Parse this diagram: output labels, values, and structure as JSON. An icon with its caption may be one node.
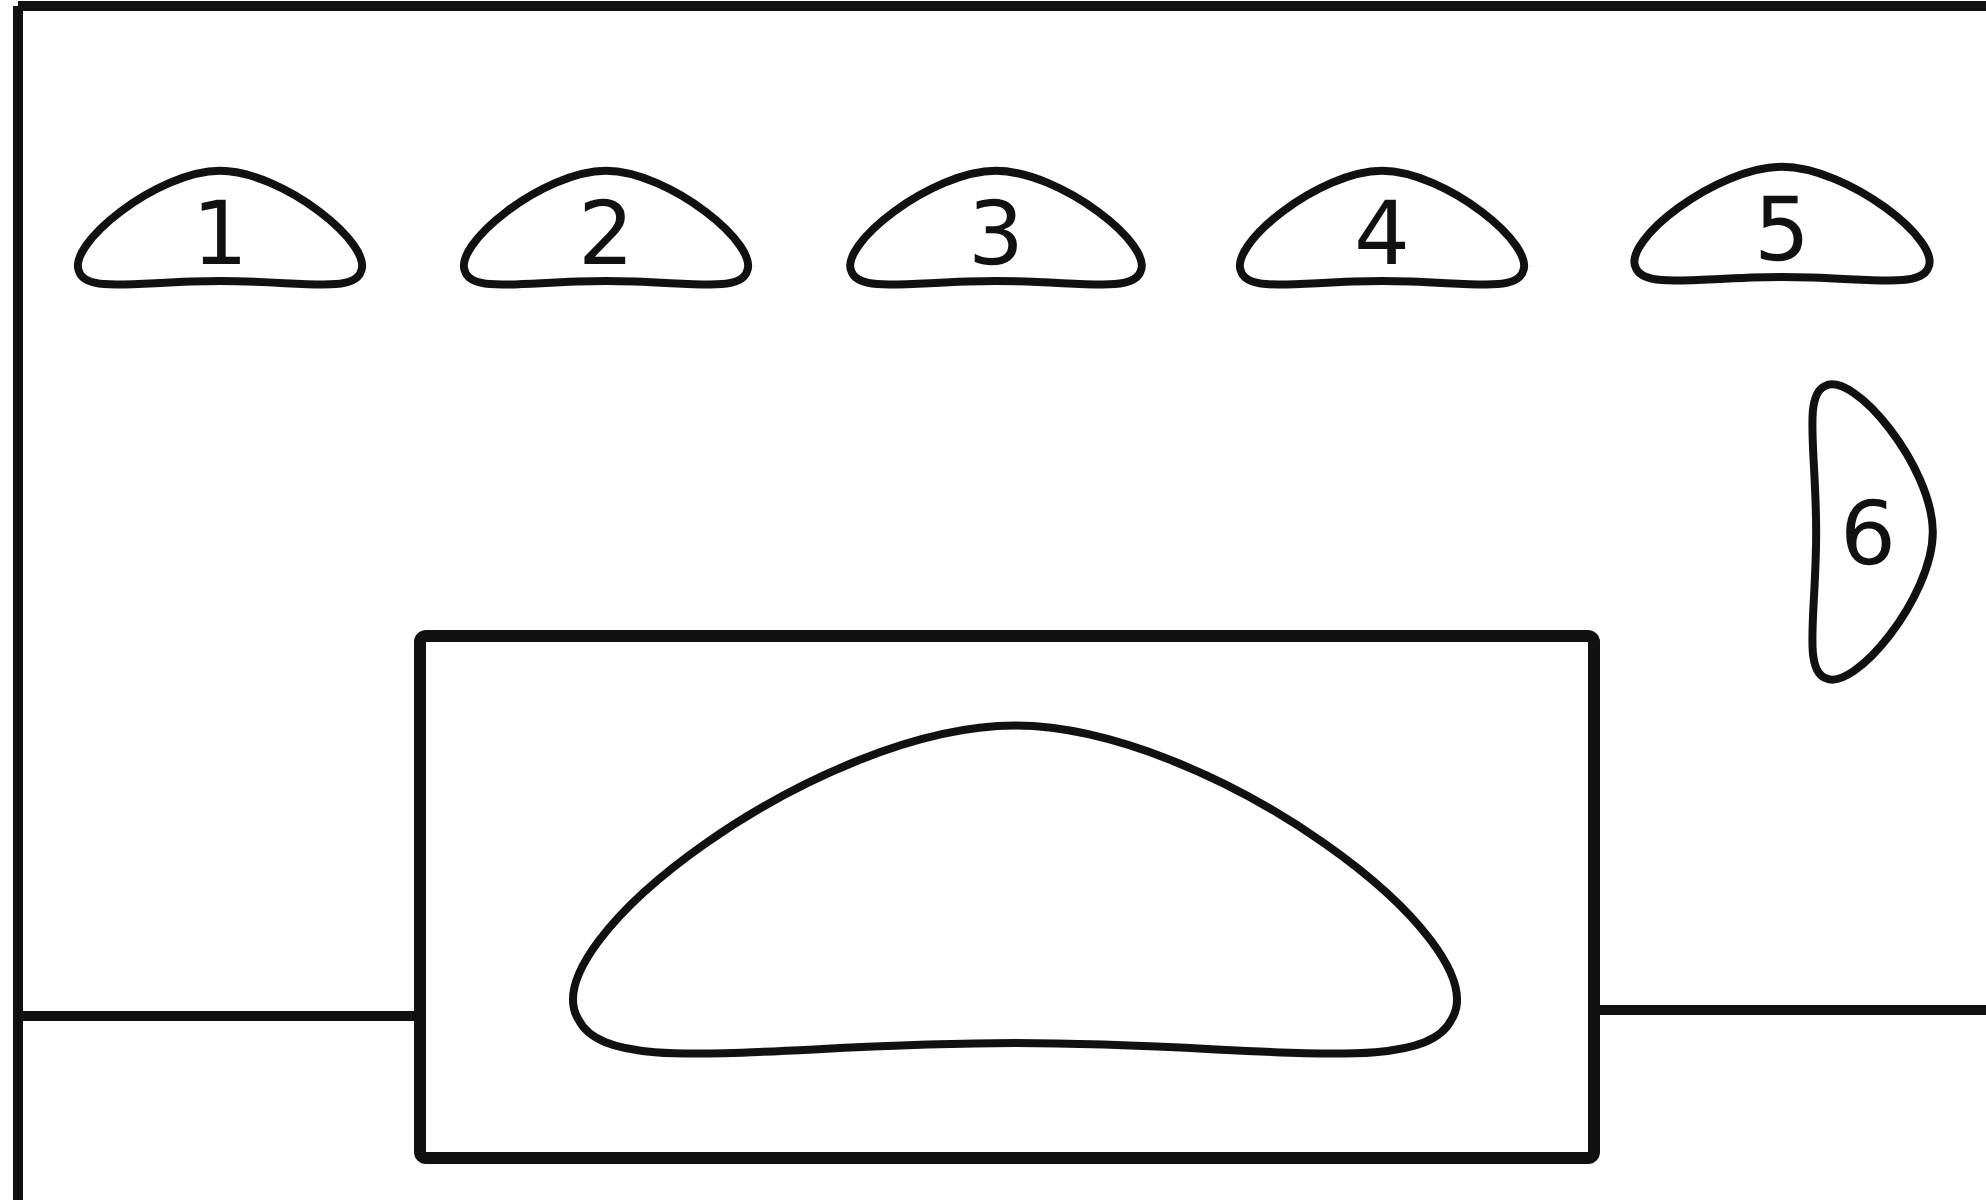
{
  "diagram": {
    "nodes": [
      {
        "text": [
          "1"
        ]
      },
      {
        "text": [
          "2"
        ]
      },
      {
        "text": [
          "3"
        ]
      },
      {
        "text": [
          "4"
        ]
      },
      {
        "text": [
          "5"
        ]
      },
      {
        "text": [
          "6"
        ]
      },
      {
        "text": [],
        "shape": "box"
      },
      {
        "text": [],
        "shape": "bean",
        "in": 6
      }
    ],
    "edges": []
  }
}
